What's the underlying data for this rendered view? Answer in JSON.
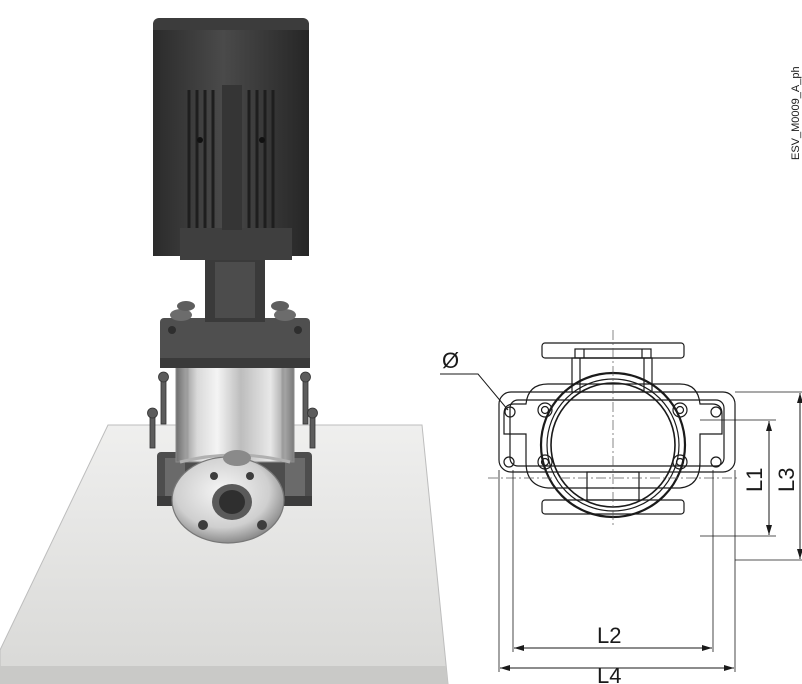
{
  "photo": {
    "subject": "vertical multistage pump with motor mounted on base plate"
  },
  "drawing": {
    "labels": {
      "diameter": "Ø",
      "l1": "L1",
      "l2": "L2",
      "l3": "L3",
      "l4": "L4"
    }
  },
  "reference_code": "ESV_M0009_A_ph"
}
